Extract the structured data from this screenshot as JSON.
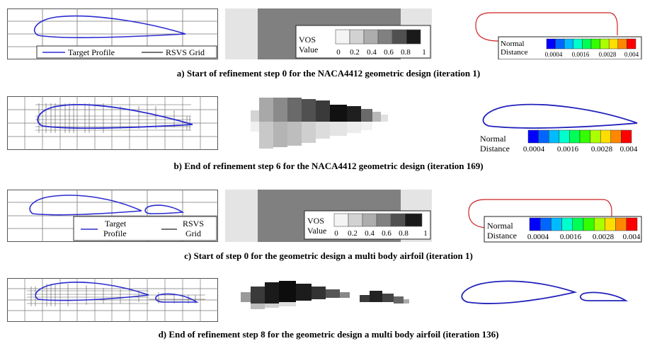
{
  "captions": [
    "a)  Start of refinement step 0 for the NACA4412 geometric design (iteration 1)",
    "b)  End of refinement step 6 for the NACA4412 geometric design (iteration 169)",
    "c)  Start of step 0 for the geometric design a multi body airfoil (iteration 1)",
    "d)  End of refinement step 8 for the geometric design a multi body airfoil (iteration 136)"
  ],
  "legend_a": {
    "target": "Target Profile",
    "grid": "RSVS Grid"
  },
  "legend_c": {
    "target_1": "Target",
    "target_2": "Profile",
    "grid_1": "RSVS",
    "grid_2": "Grid"
  },
  "vos_a": {
    "label_1": "VOS",
    "label_2": "Value",
    "ticks": [
      "0",
      "0.2",
      "0.4",
      "0.6",
      "0.8",
      "1"
    ]
  },
  "vos_c": {
    "label_1": "VOS",
    "label_2": "Value",
    "ticks": [
      "0",
      "0.2",
      "0.4",
      "0.6",
      "0.8",
      "1"
    ]
  },
  "nd_a": {
    "label_1": "Normal",
    "label_2": "Distance",
    "ticks": [
      "0.0004",
      "0.0016",
      "0.0028",
      "0.004"
    ]
  },
  "nd_b": {
    "label_1": "Normal",
    "label_2": "Distance",
    "ticks": [
      "0.0004",
      "0.0016",
      "0.0028",
      "0.004"
    ]
  },
  "nd_c": {
    "label_1": "Normal",
    "label_2": "Distance",
    "ticks": [
      "0.0004",
      "0.0016",
      "0.0028",
      "0.004"
    ]
  },
  "colors": {
    "profile": "#2b2bd0",
    "grid": "#333333",
    "outline": "#cc2222"
  }
}
